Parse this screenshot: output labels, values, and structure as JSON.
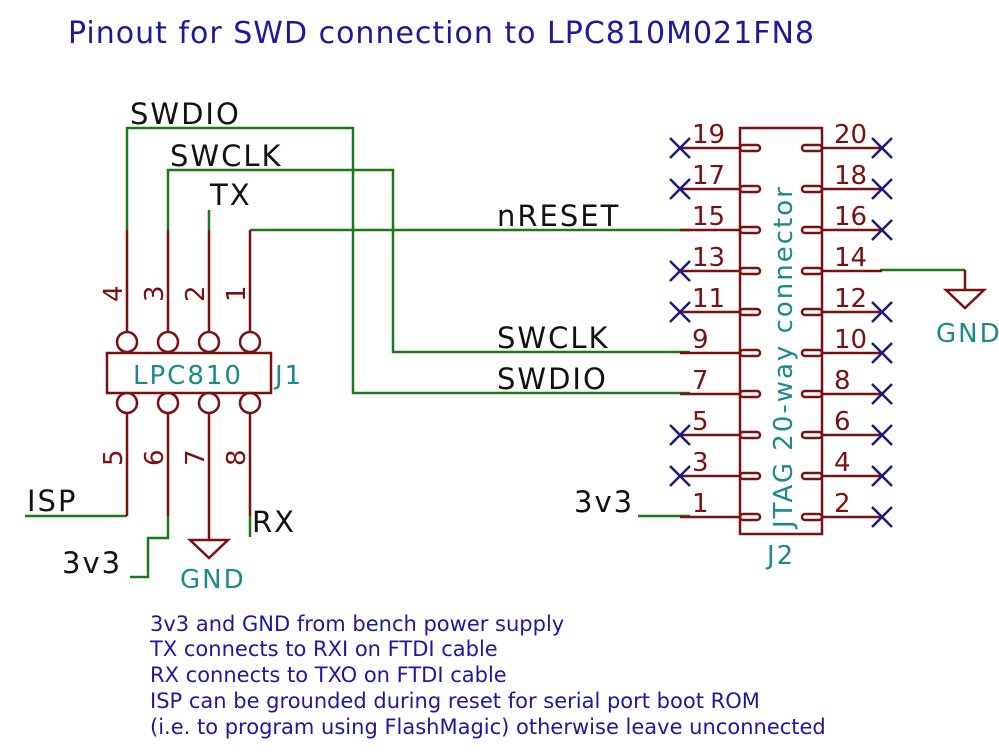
{
  "title": "Pinout for SWD connection to LPC810M021FN8",
  "colors": {
    "wire": "#1a7a1a",
    "component": "#7a1010",
    "label_teal": "#1a8a8a",
    "text_blue": "#1a1aa0",
    "no_connect": "#1a1a80"
  },
  "j1": {
    "value": "LPC810",
    "ref": "J1",
    "top_pins": [
      "4",
      "3",
      "2",
      "1"
    ],
    "bottom_pins": [
      "5",
      "6",
      "7",
      "8"
    ]
  },
  "j2": {
    "value": "JTAG 20-way connector",
    "ref": "J2",
    "left_pins": [
      "19",
      "17",
      "15",
      "13",
      "11",
      "9",
      "7",
      "5",
      "3",
      "1"
    ],
    "right_pins": [
      "20",
      "18",
      "16",
      "14",
      "12",
      "10",
      "8",
      "6",
      "4",
      "2"
    ]
  },
  "net_labels": {
    "swdio_top": "SWDIO",
    "swclk_top": "SWCLK",
    "tx": "TX",
    "nreset": "nRESET",
    "swclk_right": "SWCLK",
    "swdio_right": "SWDIO",
    "isp": "ISP",
    "v33_left": "3v3",
    "rx": "RX",
    "v33_right": "3v3"
  },
  "power": {
    "gnd_left": "GND",
    "gnd_right": "GND"
  },
  "notes": [
    "3v3 and GND from bench power supply",
    "TX connects to RXI on FTDI cable",
    "RX connects to TXO on FTDI cable",
    "ISP can be grounded during reset for serial port boot ROM",
    "(i.e. to program using FlashMagic) otherwise leave unconnected"
  ]
}
